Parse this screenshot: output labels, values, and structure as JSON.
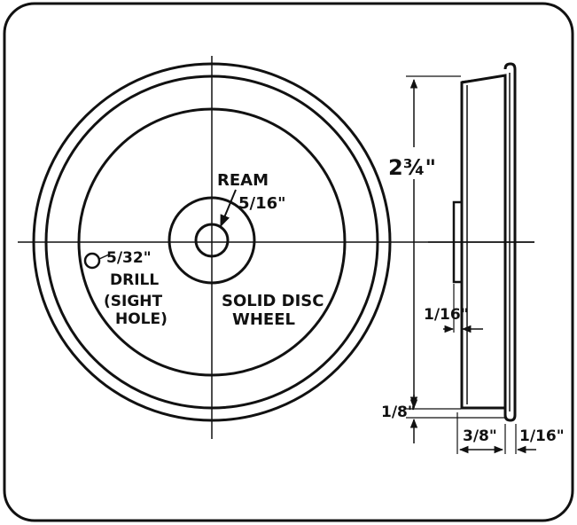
{
  "drawing": {
    "front_view": {
      "ream_label": "REAM",
      "ream_size": "5/16\"",
      "drill_size": "5/32\"",
      "drill_label": "DRILL",
      "sight_line1": "(SIGHT",
      "sight_line2": "HOLE)",
      "wheel_line1": "SOLID DISC",
      "wheel_line2": "WHEEL"
    },
    "side_view": {
      "diameter": "2¾\"",
      "hub_depth": "1/16\"",
      "rim_height": "1/8\"",
      "width": "3/8\"",
      "flange": "1/16\""
    }
  },
  "colors": {
    "ink": "#111111",
    "paper": "#ffffff"
  }
}
